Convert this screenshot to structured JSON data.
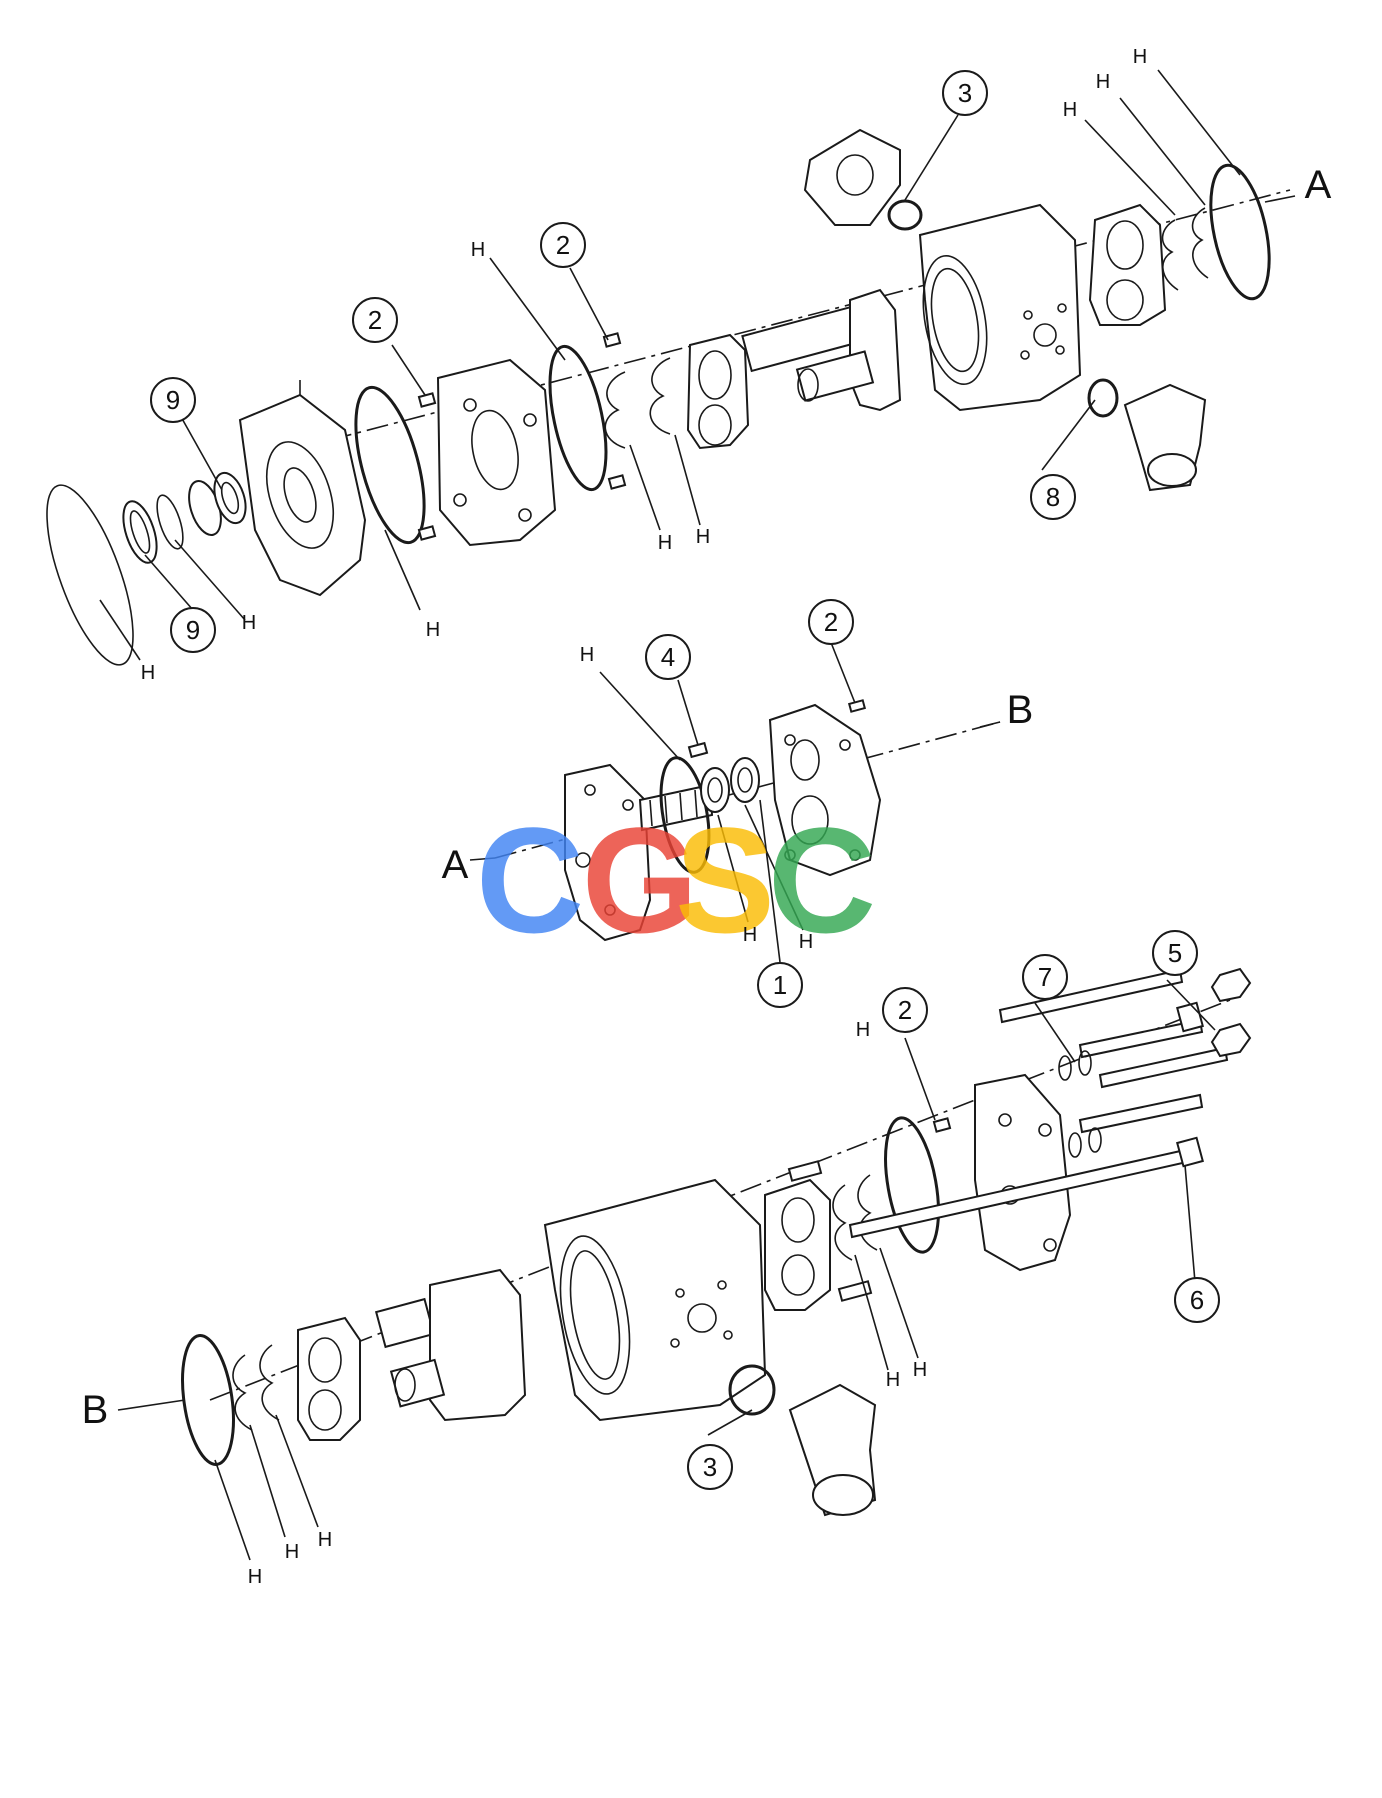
{
  "diagram": {
    "title": "",
    "labels": {
      "item_1": "1",
      "item_2": "2",
      "item_3": "3",
      "item_4": "4",
      "item_5": "5",
      "item_6": "6",
      "item_7": "7",
      "item_8": "8",
      "item_9": "9",
      "h": "H",
      "ref_a": "A",
      "ref_b": "B"
    },
    "watermark": {
      "letters": [
        "C",
        "G",
        "S",
        "C"
      ],
      "colors": [
        "#4285f4",
        "#ea4335",
        "#fbbc05",
        "#34a853"
      ]
    },
    "line_color": "#1a1a1a",
    "background": "#ffffff"
  }
}
